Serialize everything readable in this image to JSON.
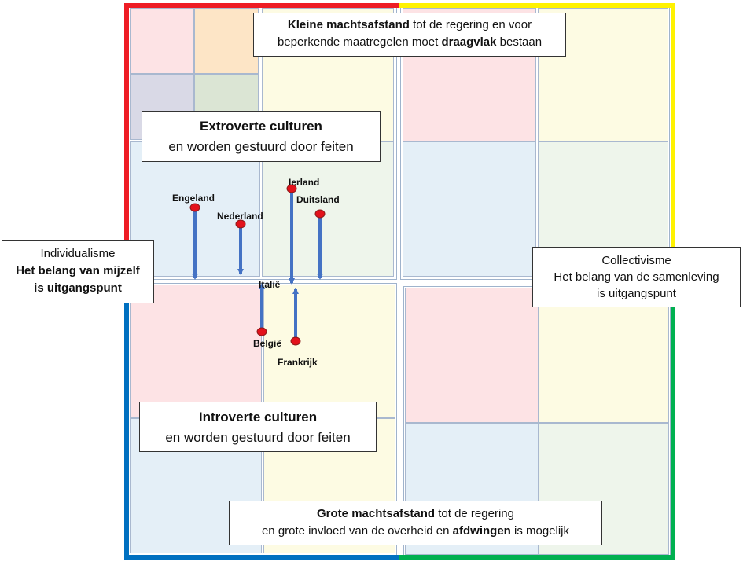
{
  "top_box": {
    "line1_bold": "Kleine machtsafstand",
    "line1_rest": " tot de regering en voor",
    "line2_pre": "beperkende maatregelen moet ",
    "line2_bold": "draagvlak",
    "line2_rest": " bestaan"
  },
  "extrovert_box": {
    "title": "Extroverte culturen",
    "subtitle": "en worden gestuurd door feiten"
  },
  "introvert_box": {
    "title": "Introverte culturen",
    "subtitle": "en worden gestuurd door feiten"
  },
  "left_box": {
    "line1": "Individualisme",
    "line2": "Het belang van mijzelf",
    "line3": "is uitgangspunt"
  },
  "right_box": {
    "line1": "Collectivisme",
    "line2": "Het belang van de samenleving",
    "line3": "is uitgangspunt"
  },
  "bottom_box": {
    "line1_bold": "Grote machtsafstand",
    "line1_rest": " tot de regering",
    "line2_pre": "en grote invloed van de overheid en ",
    "line2_bold": "afdwingen",
    "line2_rest": " is mogelijk"
  },
  "countries": {
    "engeland": "Engeland",
    "nederland": "Nederland",
    "ierland": "Ierland",
    "duitsland": "Duitsland",
    "italie": "Italië",
    "belgie": "België",
    "frankrijk": "Frankrijk"
  },
  "colors": {
    "red": "#ee1c24",
    "yellow": "#fff200",
    "blue": "#0070c0",
    "green": "#00b050",
    "arrow": "#4472c4",
    "dot": "#e3121b"
  }
}
